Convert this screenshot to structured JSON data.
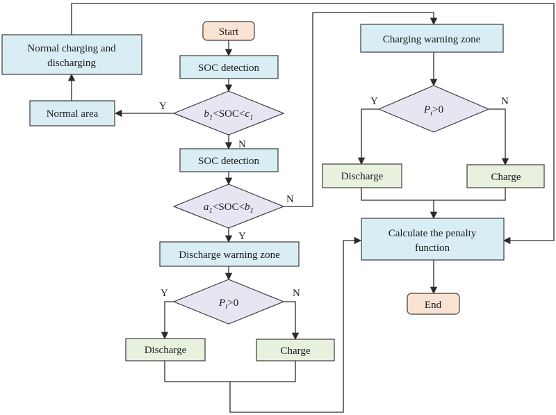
{
  "nodes": {
    "start": "Start",
    "soc_detection_1": "SOC detection",
    "decision_1": {
      "var_a": "b",
      "sub_a": "1",
      "mid": "<SOC<",
      "var_b": "c",
      "sub_b": "1"
    },
    "normal_area": "Normal area",
    "normal_charging_line1": "Normal charging and",
    "normal_charging_line2": "discharging",
    "soc_detection_2": "SOC detection",
    "decision_2": {
      "var_a": "a",
      "sub_a": "1",
      "mid": "<SOC<",
      "var_b": "b",
      "sub_b": "1"
    },
    "discharge_warning_zone": "Discharge warning zone",
    "decision_3": {
      "var": "P",
      "sub": "i",
      "rest": ">0"
    },
    "discharge_left": "Discharge",
    "charge_left": "Charge",
    "charging_warning_zone": "Charging warning zone",
    "decision_4": {
      "var": "P",
      "sub": "i",
      "rest": ">0"
    },
    "discharge_right": "Discharge",
    "charge_right": "Charge",
    "penalty_line1": "Calculate the penalty",
    "penalty_line2": "function",
    "end": "End"
  },
  "labels": {
    "d1_yes": "Y",
    "d1_no": "N",
    "d2_no": "N",
    "d2_yes": "Y",
    "d3_yes": "Y",
    "d3_no": "N",
    "d4_yes": "Y",
    "d4_no": "N"
  },
  "colors": {
    "process_fill": "#d9edf4",
    "terminal_fill": "#fbe3d3",
    "action_fill": "#e8f1de",
    "decision_fill": "#e9e4f2"
  }
}
